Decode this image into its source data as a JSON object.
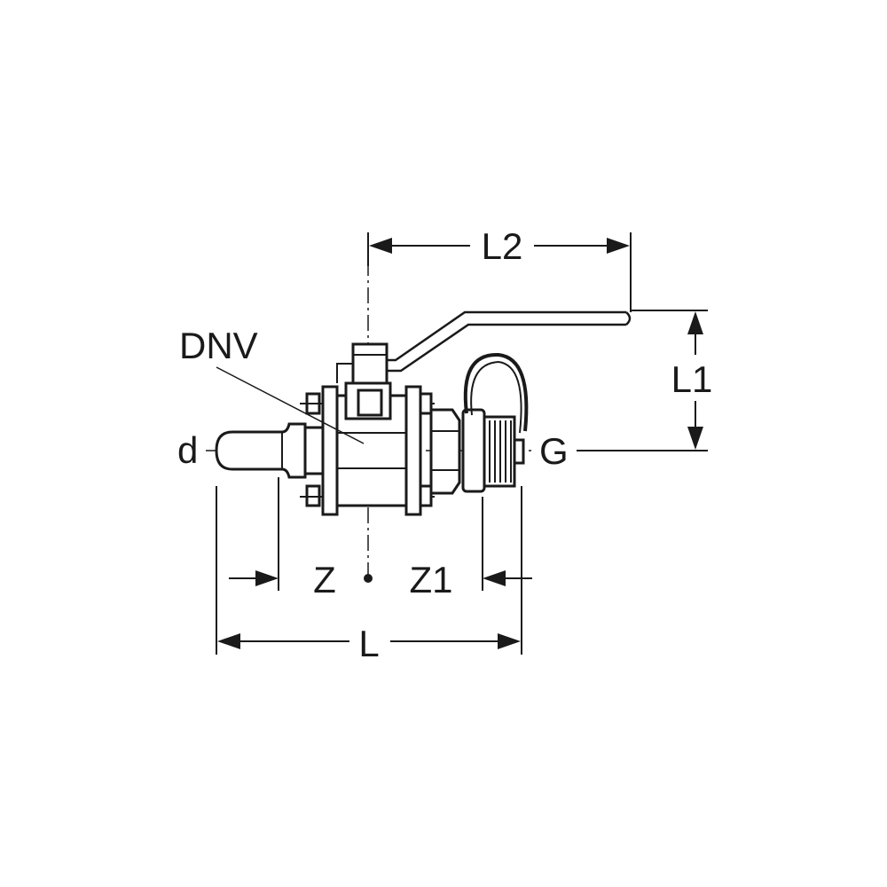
{
  "labels": {
    "l2": "L2",
    "l1": "L1",
    "dnv": "DNV",
    "d": "d",
    "g": "G",
    "z": "Z",
    "z1": "Z1",
    "l": "L"
  }
}
